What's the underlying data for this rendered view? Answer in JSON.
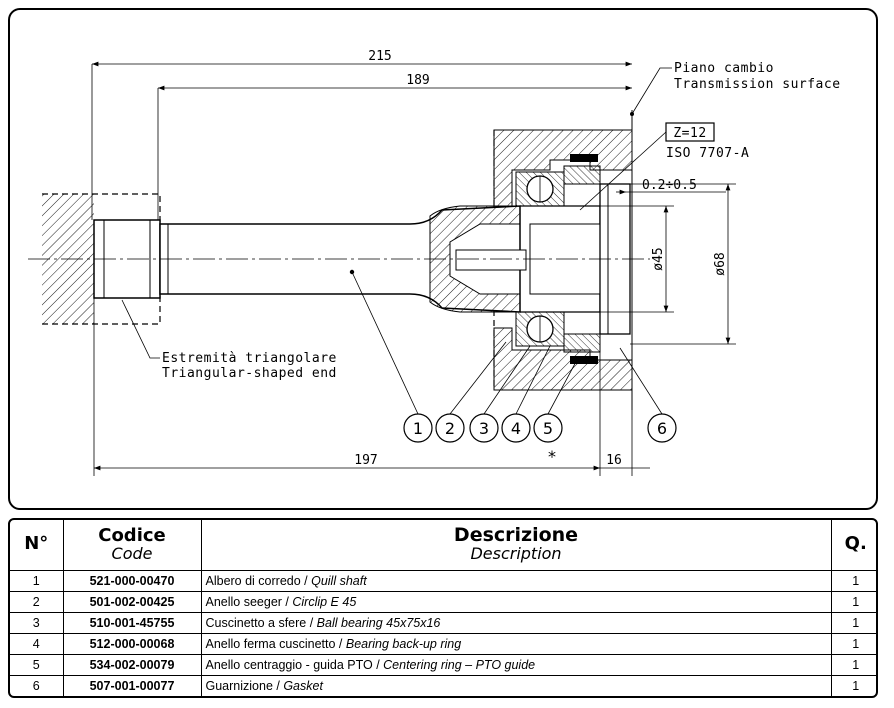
{
  "drawing": {
    "dim_overall": "215",
    "dim_shaft": "189",
    "dim_bottom": "197",
    "dim_small": "16",
    "dim_gap": "0.2÷0.5",
    "dim_d45": "ø45",
    "dim_d68": "ø68",
    "transmission_label_it": "Piano cambio",
    "transmission_label_en": "Transmission surface",
    "spline_box": "Z=12",
    "spline_std": "ISO 7707-A",
    "end_label_it": "Estremità triangolare",
    "end_label_en": "Triangular-shaped end",
    "asterisk": "*",
    "balloons": [
      "1",
      "2",
      "3",
      "4",
      "5",
      "6"
    ]
  },
  "table": {
    "headers": {
      "num": "N°",
      "code_it": "Codice",
      "code_en": "Code",
      "desc_it": "Descrizione",
      "desc_en": "Description",
      "qty": "Q."
    },
    "rows": [
      {
        "num": "1",
        "code": "521-000-00470",
        "desc_it": "Albero di corredo / ",
        "desc_en": "Quill shaft",
        "qty": "1"
      },
      {
        "num": "2",
        "code": "501-002-00425",
        "desc_it": "Anello seeger / ",
        "desc_en": "Circlip E 45",
        "qty": "1"
      },
      {
        "num": "3",
        "code": "510-001-45755",
        "desc_it": "Cuscinetto a sfere / ",
        "desc_en": "Ball bearing 45x75x16",
        "qty": "1"
      },
      {
        "num": "4",
        "code": "512-000-00068",
        "desc_it": "Anello ferma cuscinetto / ",
        "desc_en": "Bearing back-up ring",
        "qty": "1"
      },
      {
        "num": "5",
        "code": "534-002-00079",
        "desc_it": "Anello centraggio - guida PTO / ",
        "desc_en": "Centering ring –  PTO guide",
        "qty": "1"
      },
      {
        "num": "6",
        "code": "507-001-00077",
        "desc_it": "Guarnizione / ",
        "desc_en": "Gasket",
        "qty": "1"
      }
    ]
  }
}
